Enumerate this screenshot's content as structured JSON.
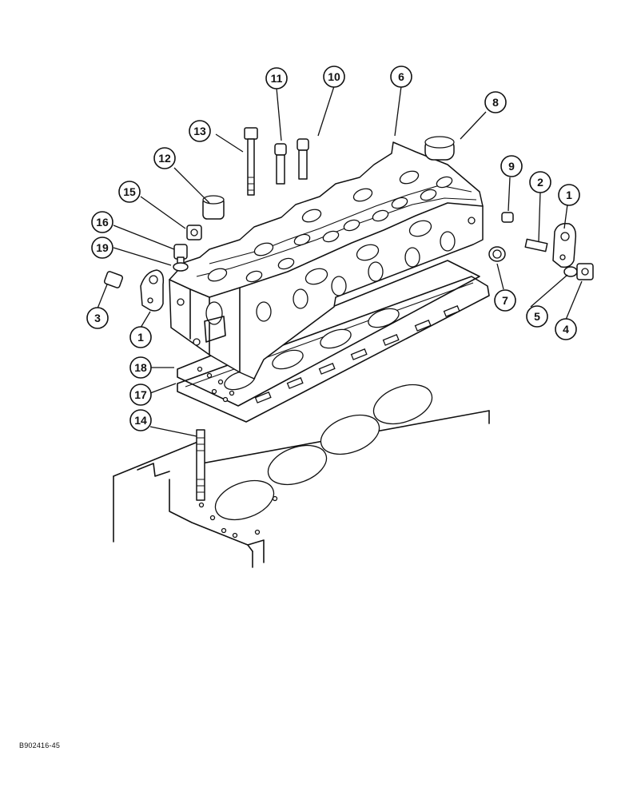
{
  "figure": {
    "drawing_id": "B902416-45",
    "callouts": [
      "1",
      "1",
      "2",
      "3",
      "4",
      "5",
      "6",
      "7",
      "8",
      "9",
      "10",
      "11",
      "12",
      "13",
      "14",
      "15",
      "16",
      "17",
      "18",
      "19"
    ]
  }
}
